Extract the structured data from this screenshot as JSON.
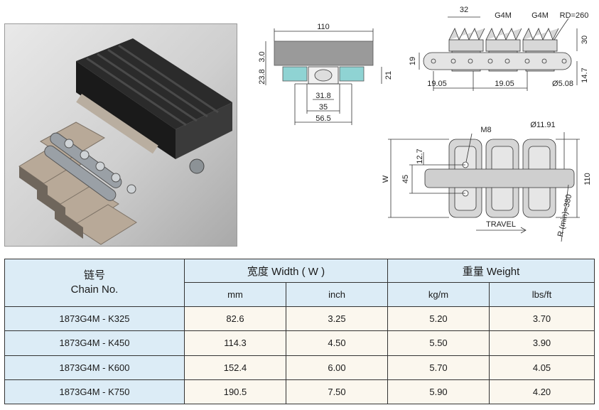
{
  "front_view": {
    "width_top": "110",
    "top_thickness": "3.0",
    "left_height": "23.8",
    "right_height": "21",
    "inner_width_1": "31.8",
    "inner_width_2": "35",
    "overall_width": "56.5"
  },
  "side_view": {
    "pitch_top": "32",
    "tooth_label_1": "G4M",
    "tooth_label_2": "G4M",
    "radius_label": "RD=260",
    "top_height": "30",
    "chain_height": "19",
    "bottom_height": "14.7",
    "pitch_1": "19.05",
    "pitch_2": "19.05",
    "pin_dia": "Ø5.08"
  },
  "top_view": {
    "thread": "M8",
    "hole_dia": "Ø11.91",
    "offset": "12.7",
    "spacing": "45",
    "width_symbol": "W",
    "right_dim": "110",
    "travel": "TRAVEL",
    "radius_min": "R (min)=380"
  },
  "table": {
    "chain_label_cn": "链号",
    "chain_label_en": "Chain No.",
    "width_header": "宽度 Width ( W )",
    "weight_header": "重量 Weight",
    "units": [
      "mm",
      "inch",
      "kg/m",
      "lbs/ft"
    ],
    "rows": [
      {
        "model": "1873G4M - K325",
        "mm": "82.6",
        "inch": "3.25",
        "kgm": "5.20",
        "lbsft": "3.70"
      },
      {
        "model": "1873G4M - K450",
        "mm": "114.3",
        "inch": "4.50",
        "kgm": "5.50",
        "lbsft": "3.90"
      },
      {
        "model": "1873G4M - K600",
        "mm": "152.4",
        "inch": "6.00",
        "kgm": "5.70",
        "lbsft": "4.05"
      },
      {
        "model": "1873G4M - K750",
        "mm": "190.5",
        "inch": "7.50",
        "kgm": "5.90",
        "lbsft": "4.20"
      }
    ]
  }
}
